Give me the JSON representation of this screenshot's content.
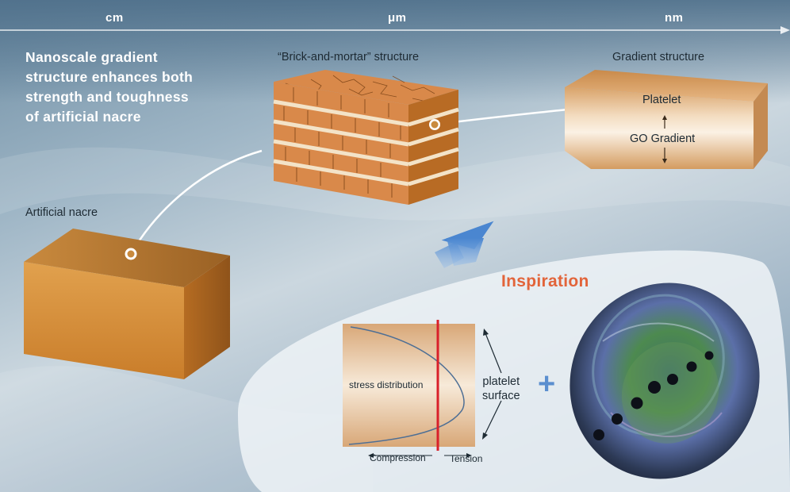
{
  "scale_axis": {
    "left_label": "cm",
    "middle_label": "μm",
    "right_label": "nm"
  },
  "headline": [
    "Nanoscale gradient",
    "structure enhances both",
    "strength and toughness",
    "of artificial nacre"
  ],
  "captions": {
    "artificial_nacre": "Artificial nacre",
    "brick_mortar": "“Brick-and-mortar” structure",
    "gradient_structure": "Gradient structure"
  },
  "gradient_block": {
    "top_label": "Platelet",
    "middle_label": "GO Gradient"
  },
  "inspiration": {
    "title": "Inspiration",
    "stress_label": "stress distribution",
    "platelet_surface": [
      "platelet",
      "surface"
    ],
    "compression_label": "Compression",
    "tension_label": "Tension",
    "plus_sign": "+"
  },
  "colors": {
    "brick_orange": "#d9894a",
    "mortar_cream": "#f3e3c8",
    "accent_red": "#e2643a",
    "stress_line_red": "#d9202a",
    "curve_blue": "#4e6f95",
    "arrow_blue": "#5b8fcf"
  },
  "icons": {
    "connector": "circle-connector-icon",
    "up_arrow": "up-arrow-icon",
    "shell": "abalone-shell-illustration"
  }
}
